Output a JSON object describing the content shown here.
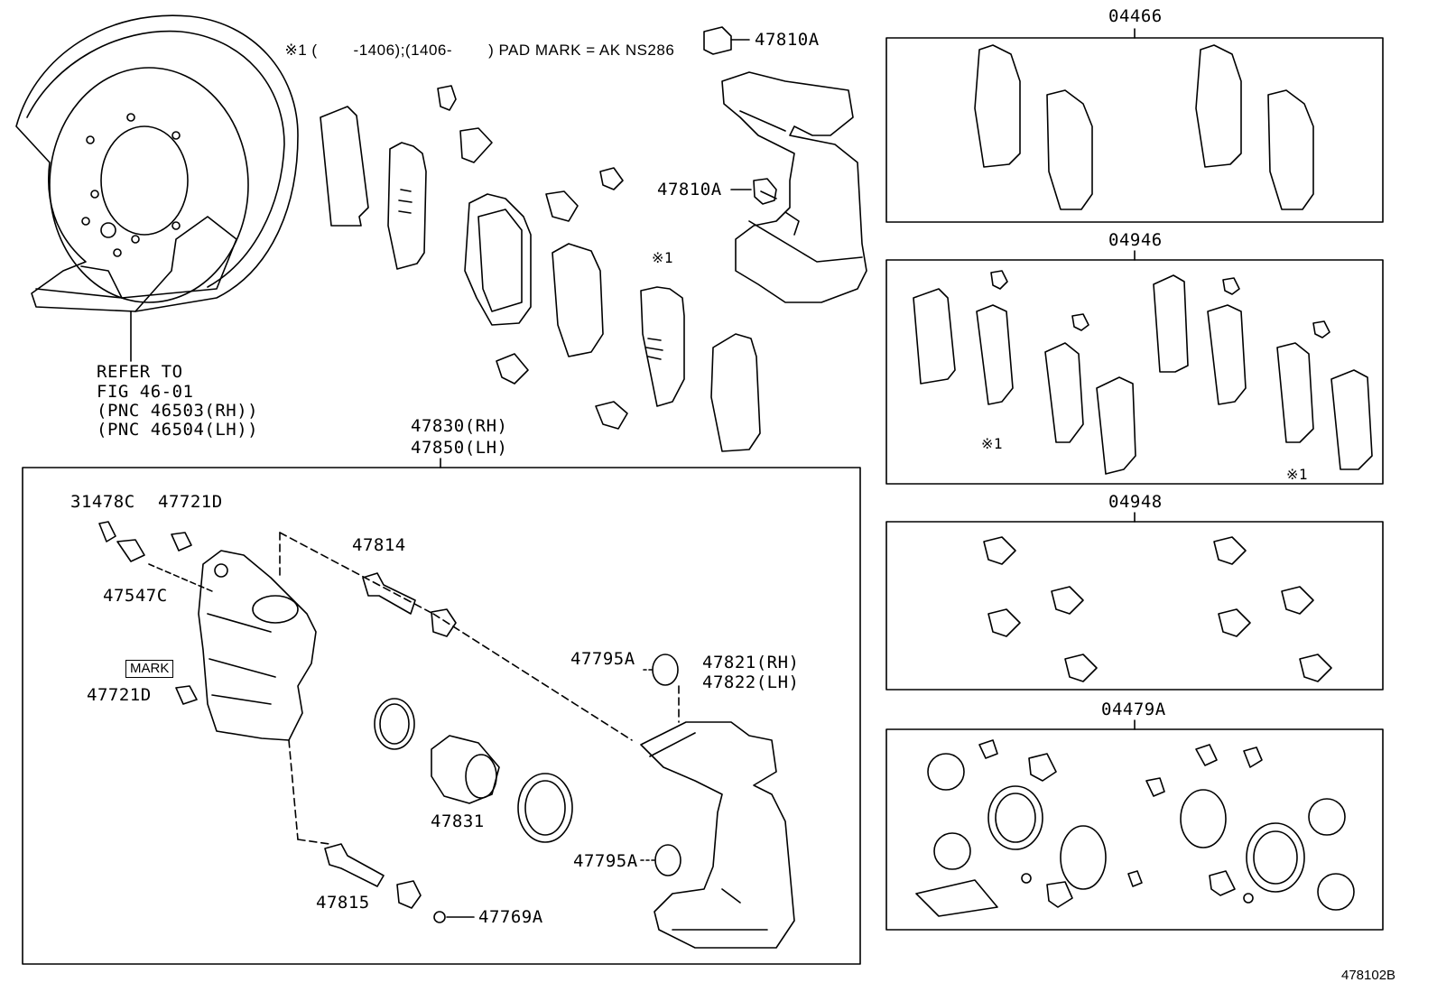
{
  "note": {
    "prefix": "※1 (",
    "range1": "-1406);(1406-",
    "suffix": ") PAD MARK = AK NS286"
  },
  "refer": {
    "line1": "REFER TO",
    "line2": "FIG 46-01",
    "line3": "(PNC 46503(RH))",
    "line4": "(PNC 46504(LH))"
  },
  "parts": {
    "p47810a_top": "47810A",
    "p47810a_mid": "47810A",
    "p47830": "47830(RH)",
    "p47850": "47850(LH)",
    "p31478c": "31478C",
    "p47721d_top": "47721D",
    "p47547c": "47547C",
    "mark": "MARK",
    "p47721d_bot": "47721D",
    "p47814": "47814",
    "p47795a_top": "47795A",
    "p47821": "47821(RH)",
    "p47822": "47822(LH)",
    "p47831": "47831",
    "p47795a_bot": "47795A",
    "p47815": "47815",
    "p47769a": "47769A"
  },
  "kits": {
    "k04466": "04466",
    "k04946": "04946",
    "k04948": "04948",
    "k04479a": "04479A"
  },
  "pad_marks": {
    "top": "※1",
    "kit_left": "※1",
    "kit_right": "※1"
  },
  "figure_ref": "478102B"
}
